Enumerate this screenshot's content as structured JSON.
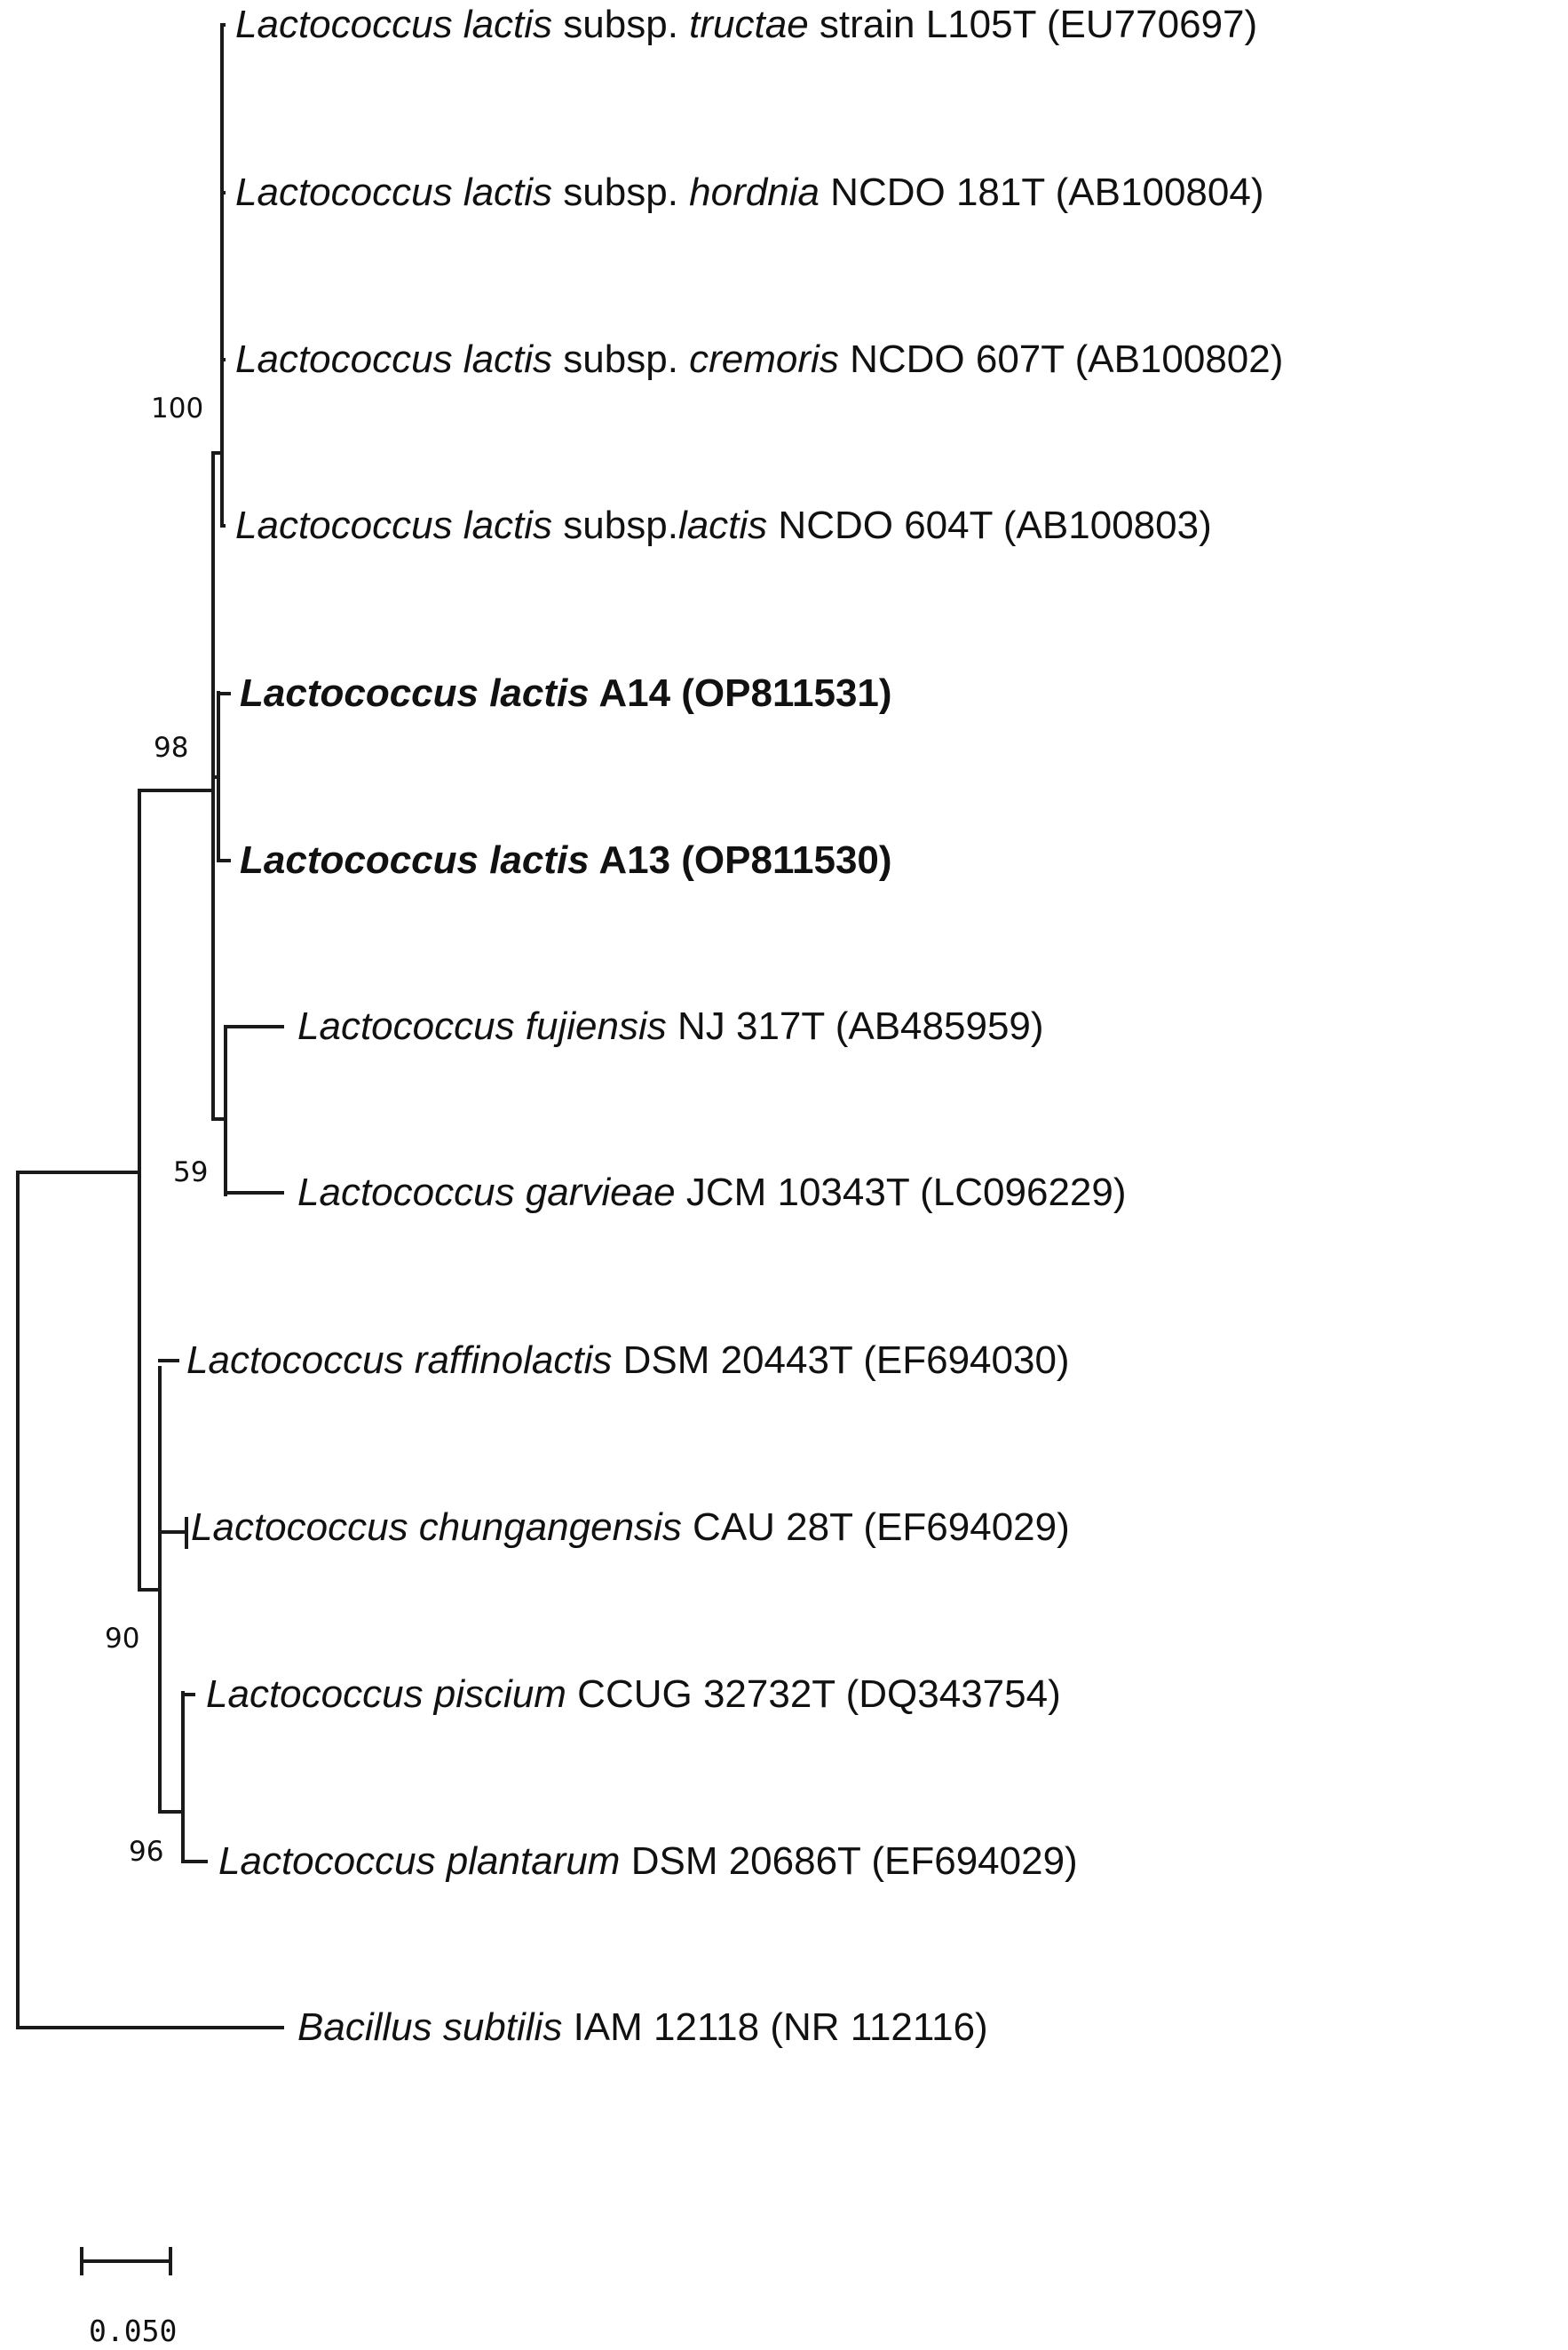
{
  "tree": {
    "leaves": [
      {
        "id": "tructae",
        "taxon": "Lactococcus lactis",
        "rest": " subsp. ",
        "subsp": "tructae",
        "tail": " strain L105T (EU770697)"
      },
      {
        "id": "hordnia",
        "taxon": "Lactococcus lactis",
        "rest": " subsp. ",
        "subsp": "hordnia",
        "tail": " NCDO 181T (AB100804)"
      },
      {
        "id": "cremoris",
        "taxon": "Lactococcus lactis",
        "rest": " subsp. ",
        "subsp": "cremoris",
        "tail": " NCDO 607T (AB100802)"
      },
      {
        "id": "lactis",
        "taxon": "Lactococcus lactis",
        "rest": " subsp.",
        "subsp": "lactis",
        "tail": " NCDO 604T (AB100803)"
      },
      {
        "id": "A14",
        "taxon": "Lactococcus lactis",
        "tail": " A14 (OP811531)",
        "bold": true
      },
      {
        "id": "A13",
        "taxon": "Lactococcus lactis",
        "tail": " A13 (OP811530)",
        "bold": true
      },
      {
        "id": "fujiensis",
        "taxon": "Lactococcus fujiensis",
        "tail": " NJ 317T (AB485959)"
      },
      {
        "id": "garvieae",
        "taxon": "Lactococcus garvieae",
        "tail": " JCM 10343T (LC096229)"
      },
      {
        "id": "raffinolactis",
        "taxon": "Lactococcus raffinolactis",
        "tail": " DSM 20443T (EF694030)"
      },
      {
        "id": "chungangensis",
        "taxon": "Lactococcus chungangensis",
        "tail": " CAU 28T (EF694029)"
      },
      {
        "id": "piscium",
        "taxon": "Lactococcus piscium",
        "tail": " CCUG 32732T (DQ343754)"
      },
      {
        "id": "plantarum",
        "taxon": "Lactococcus plantarum",
        "tail": " DSM 20686T (EF694029)"
      },
      {
        "id": "subtilis",
        "taxon": "Bacillus subtilis",
        "tail": " IAM 12118 (NR 112116)"
      }
    ],
    "bootstrap": {
      "lactis_clade": "100",
      "lactis_plus_A": "98",
      "fuji_garv": "59",
      "other_lactococcus": "90",
      "pisc_plant": "96"
    },
    "scale_bar": {
      "label": "0.050",
      "length": 0.05
    }
  }
}
